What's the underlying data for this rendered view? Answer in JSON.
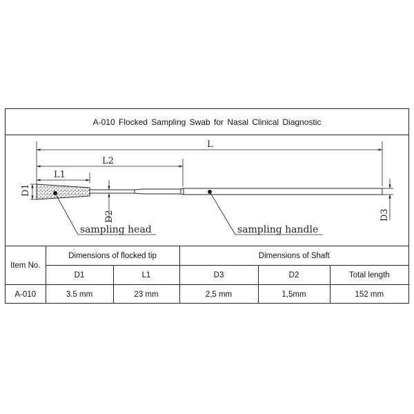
{
  "title": "A-010 Flocked Sampling Swab for Nasal Clinical Diagnostic",
  "drawing": {
    "labels": {
      "L": "L",
      "L2": "L2",
      "L1": "L1",
      "D1": "D1",
      "D2": "D2",
      "D3": "D3"
    },
    "callouts": {
      "head": "sampling head",
      "handle": "sampling handle"
    }
  },
  "table": {
    "header": {
      "item_no": "Item No.",
      "tip_group": "Dimensions of flocked tip",
      "shaft_group": "Dimensions of Shaft"
    },
    "subheaders": [
      "D1",
      "L1",
      "D3",
      "D2",
      "Total length"
    ],
    "rows": [
      {
        "item": "A-010",
        "cells": [
          "3.5 mm",
          "23 mm",
          "2,5 mm",
          "1,5mm",
          "152 mm"
        ]
      }
    ]
  },
  "colors": {
    "line": "#222222",
    "background": "#ffffff"
  }
}
